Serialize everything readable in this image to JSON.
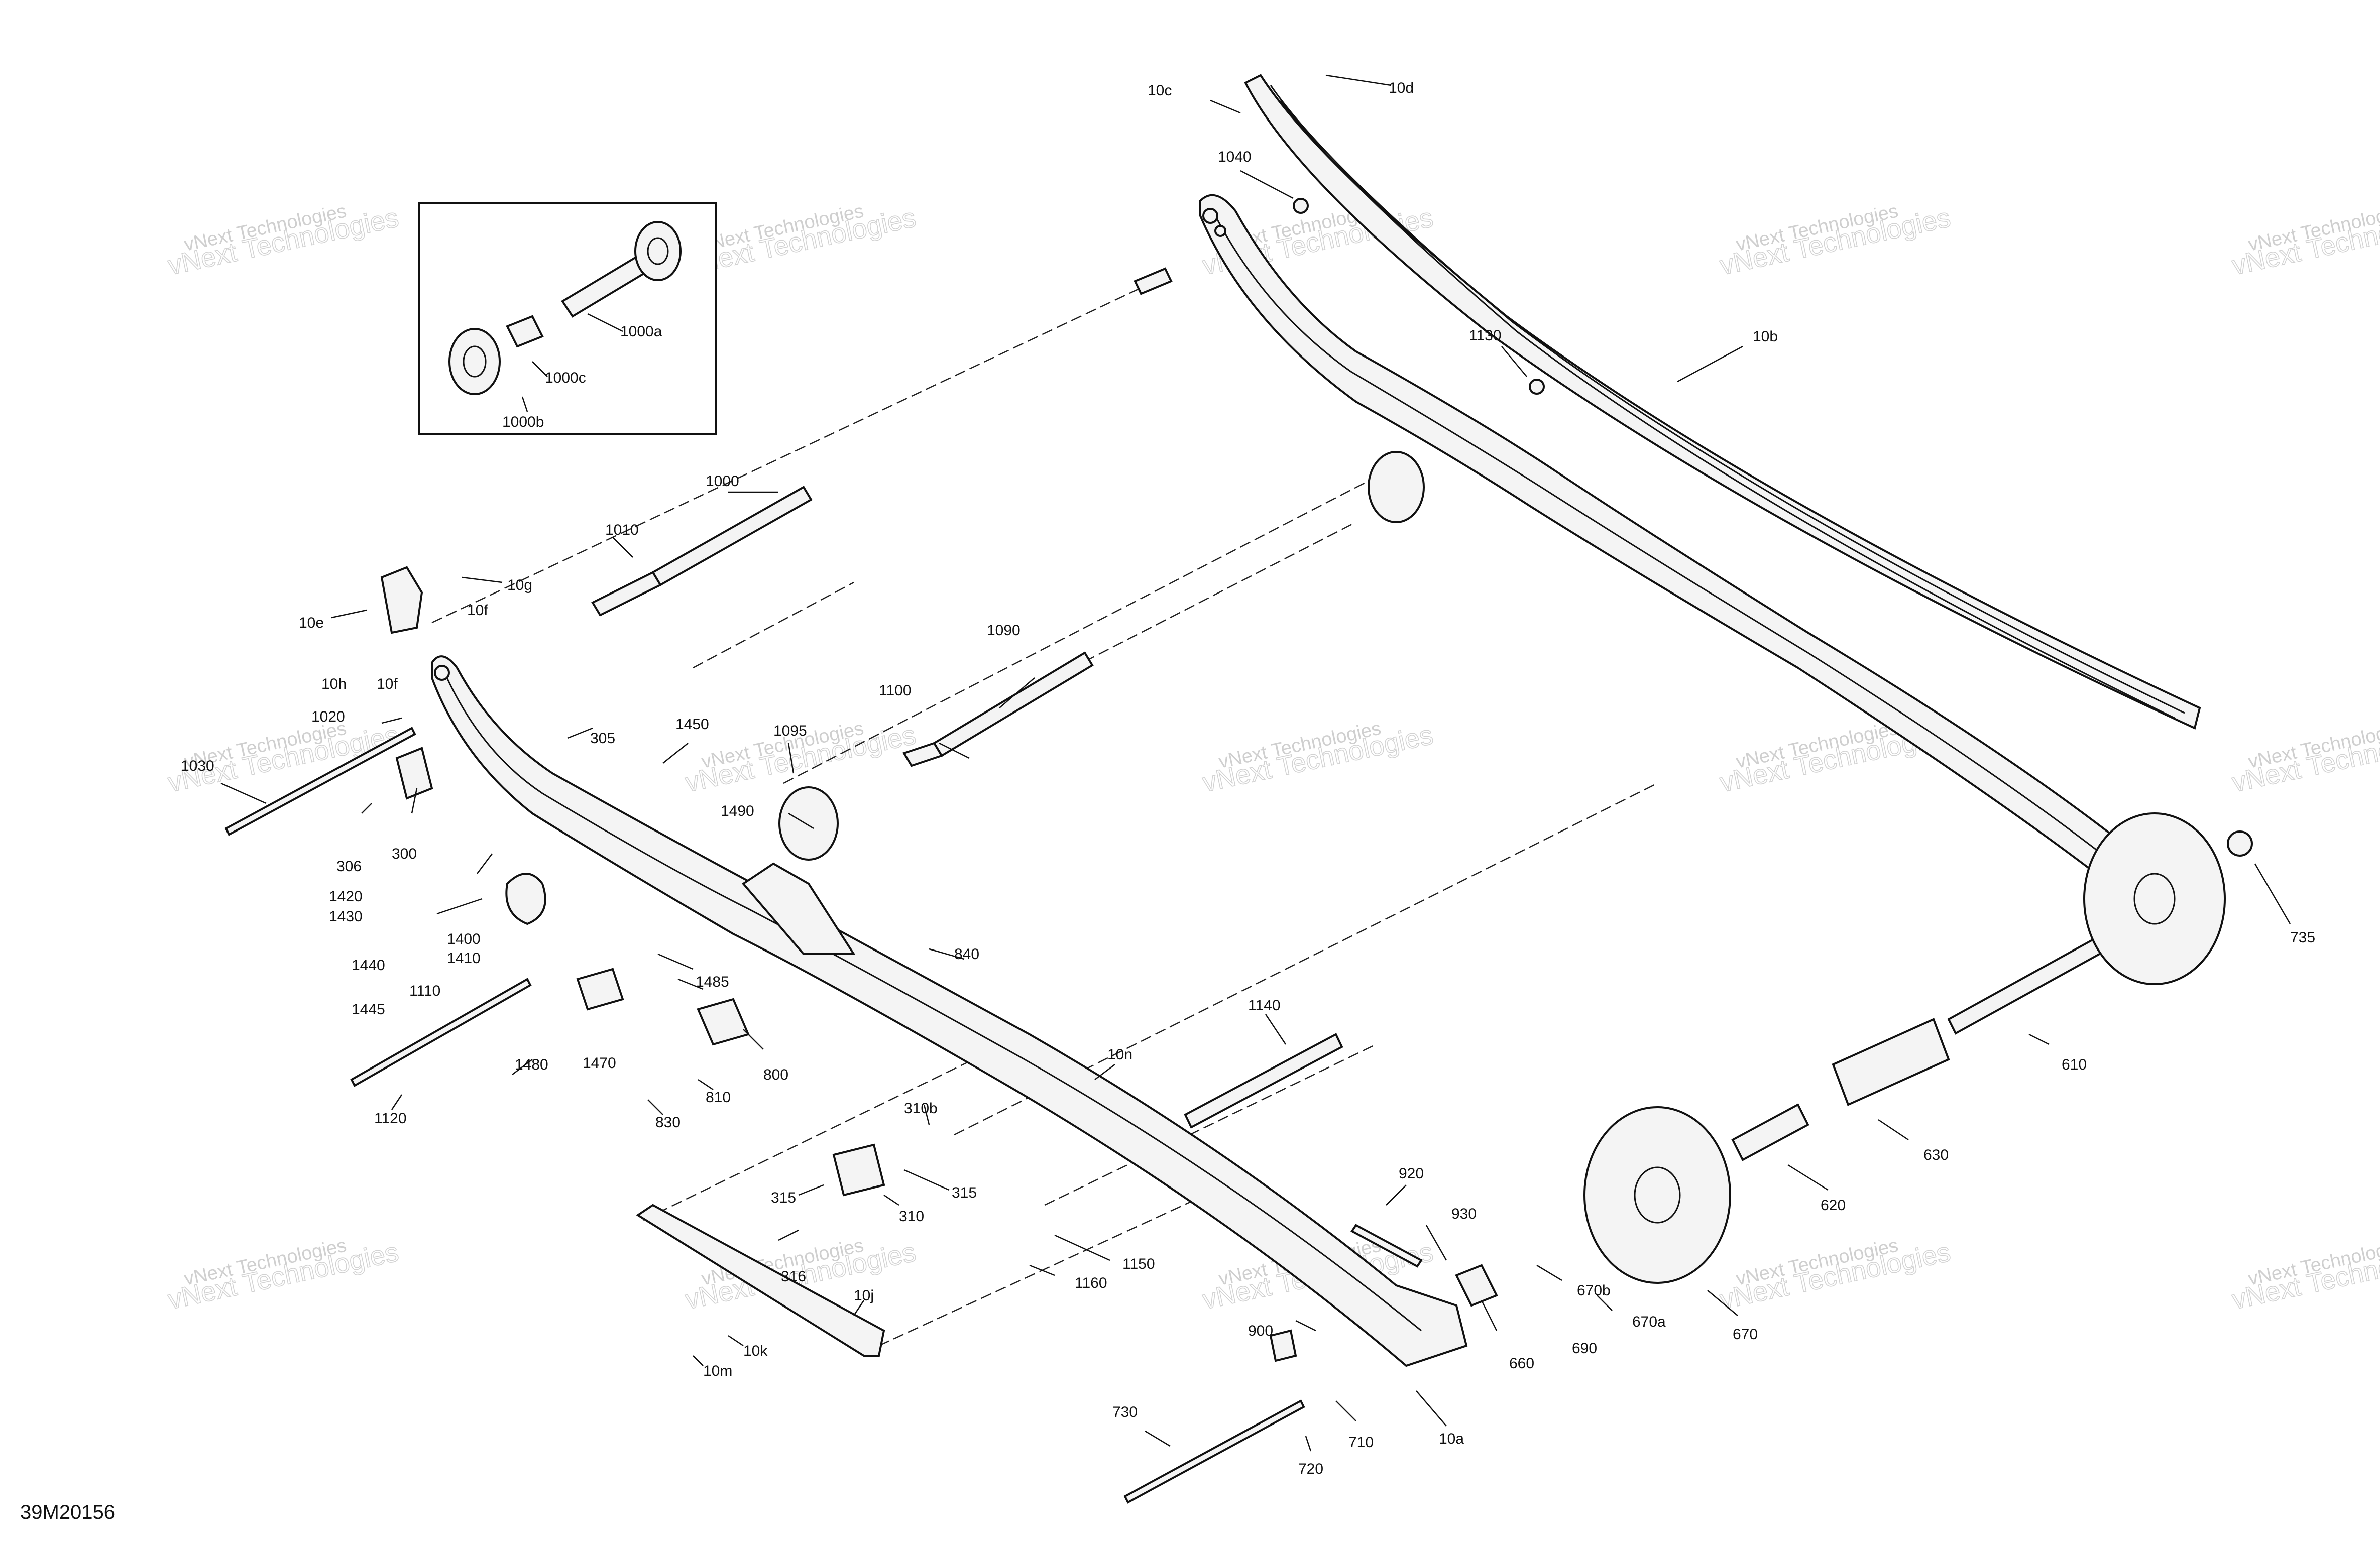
{
  "diagram": {
    "code": "39M20156",
    "watermark_line1": "vNext Technologies",
    "watermark_line2": "vNext Technologies",
    "labels": {
      "l10c": "10c",
      "l10d": "10d",
      "l1040": "1040",
      "l1130": "1130",
      "l10b": "10b",
      "l1000a": "1000a",
      "l1000c": "1000c",
      "l1000b": "1000b",
      "l1000": "1000",
      "l1010": "1010",
      "l10g": "10g",
      "l10e": "10e",
      "l10f_a": "10f",
      "l10f_b": "10f",
      "l10h": "10h",
      "l1020": "1020",
      "l1030": "1030",
      "l305": "305",
      "l1450": "1450",
      "l1095": "1095",
      "l1090": "1090",
      "l1100": "1100",
      "l300": "300",
      "l306": "306",
      "l1490": "1490",
      "l1420": "1420",
      "l1430": "1430",
      "l1400": "1400",
      "l1410": "1410",
      "l1440": "1440",
      "l1445": "1445",
      "l1110": "1110",
      "l1485": "1485",
      "l840": "840",
      "l1480": "1480",
      "l1470": "1470",
      "l800": "800",
      "l810": "810",
      "l830": "830",
      "l1120": "1120",
      "l1140": "1140",
      "l10n": "10n",
      "l310b": "310b",
      "l315_a": "315",
      "l315_b": "315",
      "l310": "310",
      "l316": "316",
      "l10j": "10j",
      "l10k": "10k",
      "l10m": "10m",
      "l1150": "1150",
      "l1160": "1160",
      "l920": "920",
      "l930": "930",
      "l900": "900",
      "l660": "660",
      "l690": "690",
      "l670b": "670b",
      "l670a": "670a",
      "l670": "670",
      "l620": "620",
      "l630": "630",
      "l610": "610",
      "l735": "735",
      "l730": "730",
      "l720": "720",
      "l710": "710",
      "l10a": "10a"
    }
  }
}
